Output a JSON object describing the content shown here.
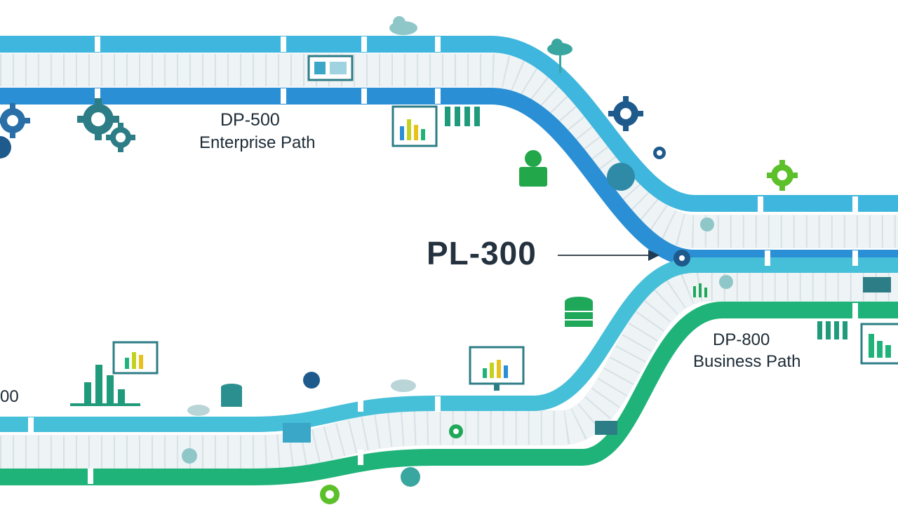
{
  "labels": {
    "enterprise_code": "DP-500",
    "enterprise_name": "Enterprise Path",
    "center_code": "PL-300",
    "business_code": "DP-800",
    "business_name": "Business Path",
    "left_partial": "00"
  },
  "colors": {
    "light_blue": "#3fb6dd",
    "mid_blue": "#2a8fd4",
    "dark_blue": "#1e6fb8",
    "teal": "#22b0b0",
    "green": "#1fb37a",
    "track_fill": "#eef3f5",
    "gear_navy": "#1f5a8c",
    "gear_green": "#5cc02a",
    "text": "#1d2b36"
  },
  "icons": [
    "gear-icon",
    "cloud-icon",
    "database-icon",
    "bar-chart-icon",
    "monitor-chart-icon",
    "person-icon",
    "arrow-icon"
  ]
}
